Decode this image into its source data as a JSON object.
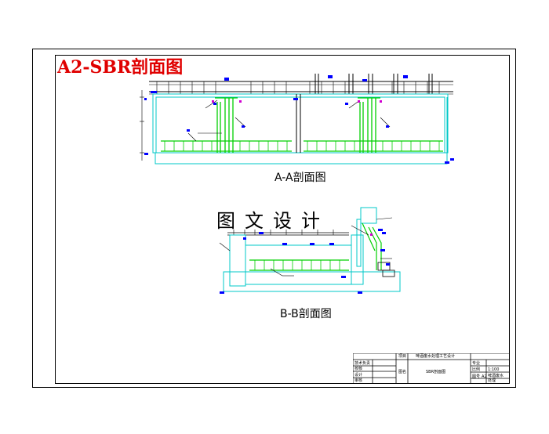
{
  "drawing": {
    "title": "A2-SBR剖面图",
    "section_a_caption": "A-A剖面图",
    "section_b_caption": "B-B剖面图",
    "watermark_text": "图文设计"
  },
  "title_block": {
    "project_label": "项目",
    "project_name": "啤酒废水处理工艺设计",
    "drawing_name_label": "图名",
    "drawing_name": "SBR剖面图",
    "drawn_label": "专业",
    "scale_label": "比例",
    "scale_value": "1:100",
    "sheet_label": "图号",
    "sheet_value": "A2",
    "rows": [
      "技术负责",
      "校核",
      "设计",
      "审核"
    ],
    "right_notes": [
      "啤酒废水",
      "处理"
    ]
  },
  "colors": {
    "frame": "#000000",
    "title": "#e00000",
    "structure": "#00c8c8",
    "pipe": "#00d000",
    "marker": "#0000ff",
    "annotation": "#000000",
    "accent": "#d000d0"
  }
}
